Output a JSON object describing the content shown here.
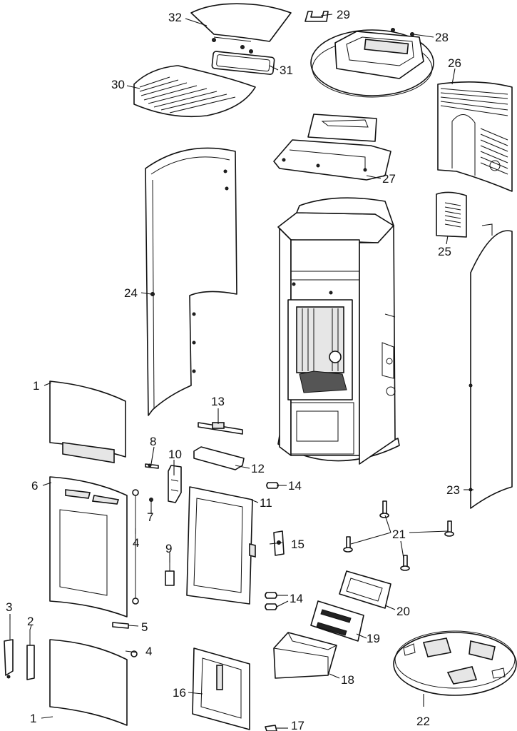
{
  "callouts": {
    "c1a": "1",
    "c1b": "1",
    "c2": "2",
    "c3": "3",
    "c4a": "4",
    "c4b": "4",
    "c5": "5",
    "c6": "6",
    "c7": "7",
    "c8": "8",
    "c9": "9",
    "c10": "10",
    "c11": "11",
    "c12": "12",
    "c13": "13",
    "c14a": "14",
    "c14b": "14",
    "c15": "15",
    "c16": "16",
    "c17": "17",
    "c18": "18",
    "c19": "19",
    "c20": "20",
    "c21": "21",
    "c22": "22",
    "c23": "23",
    "c24": "24",
    "c25": "25",
    "c26": "26",
    "c27": "27",
    "c28": "28",
    "c29": "29",
    "c30": "30",
    "c31": "31",
    "c32": "32"
  }
}
